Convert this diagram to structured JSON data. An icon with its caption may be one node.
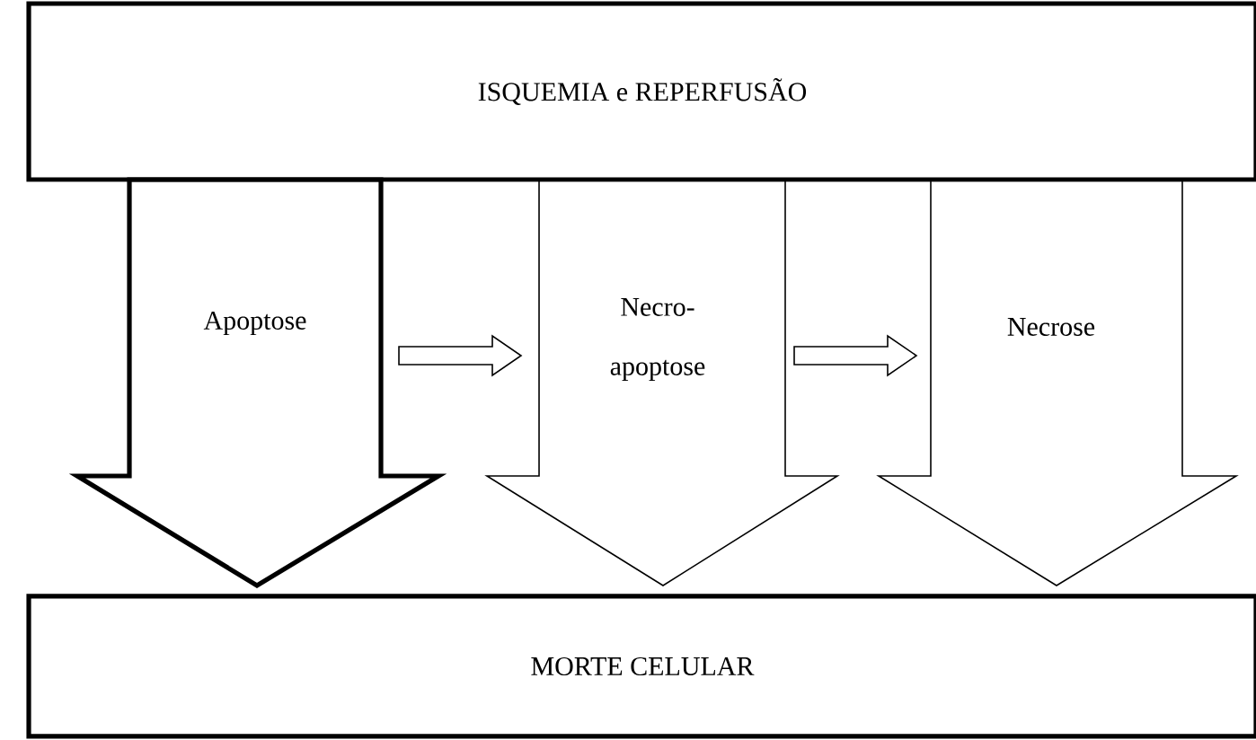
{
  "diagram": {
    "nodes": [
      {
        "text": [
          "ISQUEMIA e REPERFUSÃO"
        ]
      },
      {
        "text": [
          "Apoptose"
        ]
      },
      {
        "text": [
          "Necro- apoptose"
        ]
      },
      {
        "text": [
          "Necrose"
        ]
      },
      {
        "text": [
          "MORTE CELULAR"
        ]
      }
    ],
    "edges": [
      {
        "from": 0,
        "to": 4,
        "arrow": "to",
        "style": "thick"
      },
      {
        "from": 0,
        "to": 4,
        "arrow": "to"
      },
      {
        "from": 0,
        "to": 4,
        "arrow": "to"
      },
      {
        "from": 1,
        "to": 2,
        "arrow": "to"
      },
      {
        "from": 2,
        "to": 3,
        "arrow": "to"
      }
    ]
  }
}
